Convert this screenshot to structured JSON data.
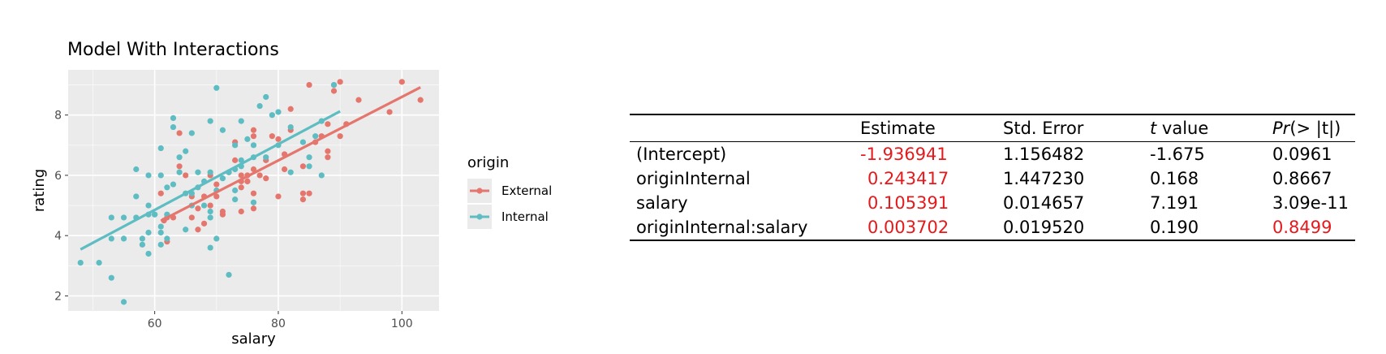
{
  "chart_data": [
    {
      "type": "scatter",
      "title": "Model With Interactions",
      "xlabel": "salary",
      "ylabel": "rating",
      "xlim": [
        46,
        106
      ],
      "ylim": [
        1.5,
        9.5
      ],
      "x_ticks": [
        60,
        80,
        100
      ],
      "y_ticks": [
        2,
        4,
        6,
        8
      ],
      "grid": true,
      "legend": {
        "title": "origin",
        "placement": "right"
      },
      "colors": {
        "External": "#E5766D",
        "Internal": "#5DBDC2",
        "panel": "#EBEBEB",
        "grid": "#FFFFFF"
      },
      "series": [
        {
          "name": "External",
          "points": [
            [
              61,
              5.4
            ],
            [
              61.5,
              4.5
            ],
            [
              62,
              3.8
            ],
            [
              62,
              4.6
            ],
            [
              63,
              4.6
            ],
            [
              64,
              6.3
            ],
            [
              64,
              7.4
            ],
            [
              65,
              6.0
            ],
            [
              66,
              5.3
            ],
            [
              66,
              4.6
            ],
            [
              67,
              4.2
            ],
            [
              67,
              4.9
            ],
            [
              68,
              5.3
            ],
            [
              68,
              4.4
            ],
            [
              69,
              5.0
            ],
            [
              69,
              6.0
            ],
            [
              70,
              5.3
            ],
            [
              70,
              5.7
            ],
            [
              71,
              4.7
            ],
            [
              71,
              4.8
            ],
            [
              72,
              6.1
            ],
            [
              73,
              6.5
            ],
            [
              73,
              7.1
            ],
            [
              74,
              5.6
            ],
            [
              74,
              6.0
            ],
            [
              74,
              5.8
            ],
            [
              74,
              4.8
            ],
            [
              75,
              6.0
            ],
            [
              75,
              5.8
            ],
            [
              75,
              5.8
            ],
            [
              76,
              6.2
            ],
            [
              76,
              5.4
            ],
            [
              76,
              7.3
            ],
            [
              76,
              7.5
            ],
            [
              76,
              4.9
            ],
            [
              77,
              6.0
            ],
            [
              78,
              5.9
            ],
            [
              78,
              6.5
            ],
            [
              79,
              7.3
            ],
            [
              80,
              7.2
            ],
            [
              80,
              5.3
            ],
            [
              81,
              6.2
            ],
            [
              81,
              6.7
            ],
            [
              82,
              8.2
            ],
            [
              82,
              7.5
            ],
            [
              84,
              6.3
            ],
            [
              84,
              5.4
            ],
            [
              84,
              5.2
            ],
            [
              85,
              5.4
            ],
            [
              85,
              9.0
            ],
            [
              86,
              7.1
            ],
            [
              87,
              7.3
            ],
            [
              88,
              6.6
            ],
            [
              88,
              6.8
            ],
            [
              88,
              7.7
            ],
            [
              89,
              8.8
            ],
            [
              89,
              9.0
            ],
            [
              90,
              9.1
            ],
            [
              90,
              7.3
            ],
            [
              91,
              7.7
            ],
            [
              93,
              8.5
            ],
            [
              98,
              8.1
            ],
            [
              100,
              9.1
            ],
            [
              103,
              8.5
            ]
          ]
        },
        {
          "name": "Internal",
          "points": [
            [
              48,
              3.1
            ],
            [
              51,
              3.1
            ],
            [
              53,
              4.6
            ],
            [
              53,
              3.9
            ],
            [
              53,
              2.6
            ],
            [
              55,
              4.6
            ],
            [
              55,
              3.9
            ],
            [
              55,
              1.8
            ],
            [
              57,
              4.6
            ],
            [
              57,
              5.3
            ],
            [
              57,
              6.2
            ],
            [
              58,
              3.9
            ],
            [
              58,
              3.7
            ],
            [
              59,
              4.7
            ],
            [
              59,
              4.1
            ],
            [
              59,
              6.0
            ],
            [
              59,
              5.0
            ],
            [
              59,
              3.4
            ],
            [
              60,
              4.7
            ],
            [
              60,
              4.7
            ],
            [
              61,
              6.9
            ],
            [
              61,
              6.0
            ],
            [
              61,
              4.3
            ],
            [
              61,
              4.1
            ],
            [
              61,
              3.7
            ],
            [
              62,
              3.9
            ],
            [
              62,
              4.7
            ],
            [
              62,
              5.6
            ],
            [
              63,
              7.9
            ],
            [
              63,
              7.6
            ],
            [
              63,
              5.7
            ],
            [
              64,
              6.1
            ],
            [
              64,
              6.6
            ],
            [
              65,
              6.8
            ],
            [
              65,
              5.4
            ],
            [
              65,
              4.2
            ],
            [
              66,
              7.4
            ],
            [
              66,
              5.4
            ],
            [
              66,
              5.0
            ],
            [
              67,
              6.1
            ],
            [
              67,
              5.6
            ],
            [
              68,
              5.8
            ],
            [
              68,
              5.0
            ],
            [
              69,
              6.1
            ],
            [
              69,
              4.8
            ],
            [
              69,
              4.6
            ],
            [
              69,
              3.6
            ],
            [
              69,
              7.8
            ],
            [
              70,
              8.9
            ],
            [
              70,
              5.5
            ],
            [
              70,
              3.9
            ],
            [
              71,
              7.5
            ],
            [
              71,
              5.9
            ],
            [
              72,
              6.1
            ],
            [
              72,
              2.7
            ],
            [
              73,
              7.0
            ],
            [
              73,
              6.2
            ],
            [
              73,
              5.5
            ],
            [
              73,
              5.2
            ],
            [
              74,
              7.8
            ],
            [
              74,
              6.5
            ],
            [
              74,
              6.3
            ],
            [
              75,
              7.2
            ],
            [
              76,
              7.0
            ],
            [
              76,
              6.6
            ],
            [
              76,
              5.1
            ],
            [
              77,
              8.3
            ],
            [
              78,
              8.6
            ],
            [
              78,
              6.6
            ],
            [
              79,
              8.0
            ],
            [
              80,
              8.1
            ],
            [
              80,
              7.0
            ],
            [
              82,
              7.6
            ],
            [
              82,
              6.1
            ],
            [
              84,
              7.1
            ],
            [
              85,
              6.6
            ],
            [
              85,
              6.3
            ],
            [
              86,
              7.3
            ],
            [
              87,
              7.8
            ],
            [
              87,
              6.0
            ],
            [
              89,
              9.0
            ]
          ]
        }
      ],
      "fit_lines": [
        {
          "name": "External",
          "x": [
            61,
            103
          ]
        },
        {
          "name": "Internal",
          "x": [
            48,
            90
          ]
        }
      ]
    },
    {
      "type": "table",
      "columns": [
        "",
        "Estimate",
        "Std. Error",
        "t value",
        "Pr(> |t|)"
      ],
      "rows": [
        [
          "(Intercept)",
          "-1.936941",
          "1.156482",
          "-1.675",
          "0.0961"
        ],
        [
          "originInternal",
          "0.243417",
          "1.447230",
          "0.168",
          "0.8667"
        ],
        [
          "salary",
          "0.105391",
          "0.014657",
          "7.191",
          "3.09e-11"
        ],
        [
          "originInternal:salary",
          "0.003702",
          "0.019520",
          "0.190",
          "0.8499"
        ]
      ],
      "highlight_color": "#e41a1c"
    }
  ],
  "table_header": {
    "estimate": "Estimate",
    "std_error": "Std. Error",
    "t_italic": "t",
    "t_rest": " value",
    "pr_italic": "Pr",
    "pr_rest": "(> |t|)"
  },
  "model_coefs": {
    "intercept": -1.936941,
    "originInternal": 0.243417,
    "salary": 0.105391,
    "interaction": 0.003702
  }
}
